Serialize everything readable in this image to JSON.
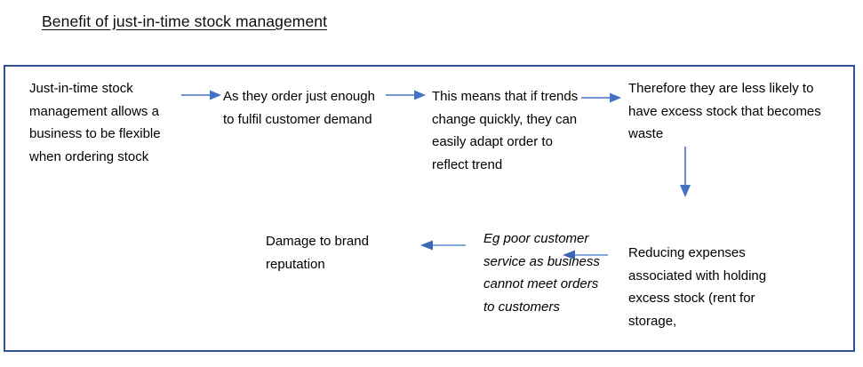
{
  "title": "Benefit of just-in-time stock management",
  "frame": {
    "border_color": "#2e5496"
  },
  "arrow_color": "#4472c4",
  "flow": {
    "nodes": [
      {
        "id": "node-1",
        "text": "Just-in-time stock management allows a business to be flexible when ordering stock",
        "style": "normal"
      },
      {
        "id": "node-2",
        "text": "As they order just enough to fulfil customer demand",
        "style": "normal"
      },
      {
        "id": "node-3",
        "text": "This means that if trends change quickly, they can easily adapt order to reflect trend",
        "style": "normal"
      },
      {
        "id": "node-4",
        "text": "Therefore they are less likely to have excess stock that becomes waste",
        "style": "normal"
      },
      {
        "id": "node-5",
        "text": "Reducing expenses associated with holding excess stock (rent for storage,",
        "style": "normal"
      },
      {
        "id": "node-6",
        "text": "Eg poor customer service as business cannot meet orders to customers",
        "style": "italic"
      },
      {
        "id": "node-7",
        "text": "Damage to brand reputation",
        "style": "normal"
      }
    ],
    "connectors": [
      {
        "id": "arrow-1",
        "direction": "right",
        "from": "node-1",
        "to": "node-2"
      },
      {
        "id": "arrow-2",
        "direction": "right",
        "from": "node-2",
        "to": "node-3"
      },
      {
        "id": "arrow-3",
        "direction": "right",
        "from": "node-3",
        "to": "node-4"
      },
      {
        "id": "arrow-4",
        "direction": "down",
        "from": "node-4",
        "to": "node-5"
      },
      {
        "id": "arrow-5",
        "direction": "left",
        "from": "node-5",
        "to": "node-6"
      },
      {
        "id": "arrow-6",
        "direction": "left",
        "from": "node-6",
        "to": "node-7"
      }
    ]
  }
}
